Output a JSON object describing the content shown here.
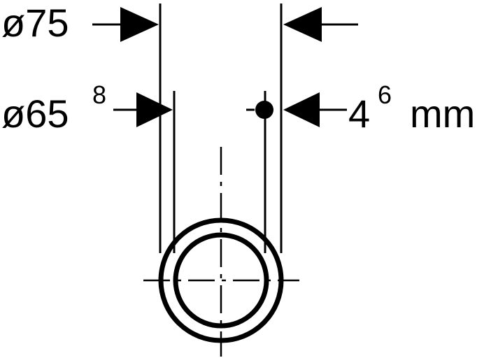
{
  "dimensions": {
    "outer_diameter": {
      "prefix": "ø",
      "value": "75"
    },
    "inner_diameter": {
      "prefix": "ø",
      "value": "65",
      "superscript": "8"
    },
    "wall_thickness": {
      "value": "4",
      "superscript": "6",
      "unit": "mm"
    }
  },
  "colors": {
    "line": "#000000",
    "background": "#ffffff"
  }
}
